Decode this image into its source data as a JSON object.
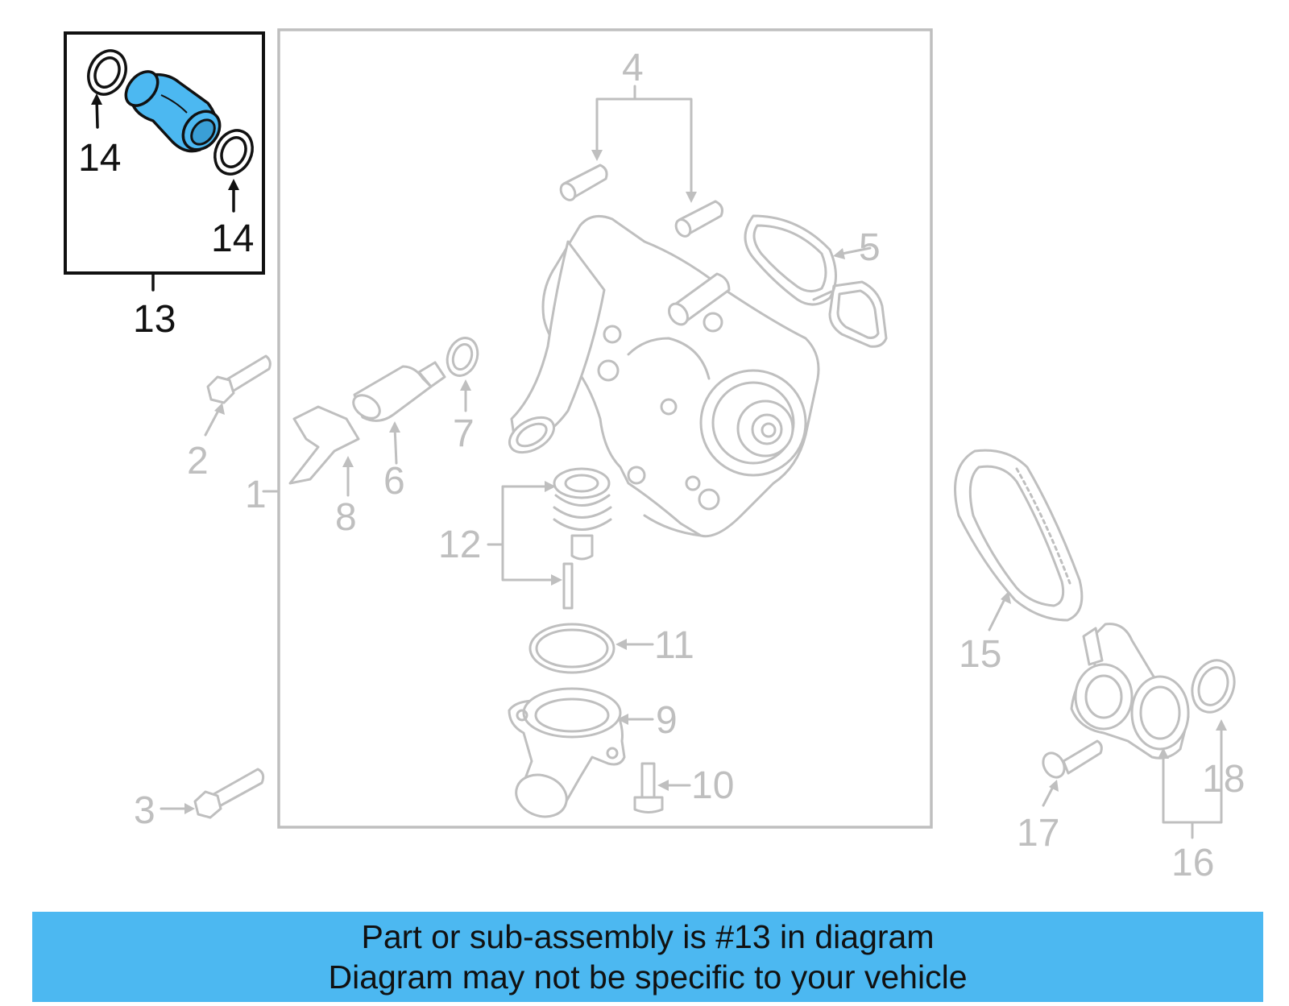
{
  "callouts": {
    "c1": "1",
    "c2": "2",
    "c3": "3",
    "c4": "4",
    "c5": "5",
    "c6": "6",
    "c7": "7",
    "c8": "8",
    "c9": "9",
    "c10": "10",
    "c11": "11",
    "c12": "12",
    "c13": "13",
    "c14a": "14",
    "c14b": "14",
    "c15": "15",
    "c16": "16",
    "c17": "17",
    "c18": "18"
  },
  "highlight_color": "#4cb8f1",
  "banner": {
    "line1": "Part or sub-assembly is #13 in diagram",
    "line2": "Diagram may not be specific to your vehicle"
  }
}
